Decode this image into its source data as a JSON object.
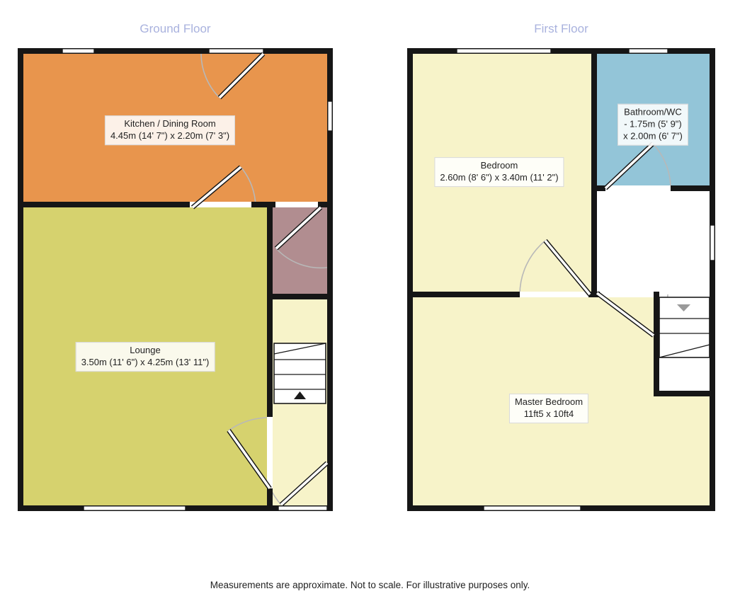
{
  "titles": {
    "ground": "Ground Floor",
    "first": "First Floor"
  },
  "footer": {
    "disclaimer": "Measurements are approximate. Not to scale. For illustrative purposes only."
  },
  "rooms": {
    "kitchen": {
      "name": "Kitchen / Dining Room",
      "dims": "4.45m (14' 7\") x 2.20m (7' 3\")"
    },
    "lounge": {
      "name": "Lounge",
      "dims": "3.50m (11' 6\") x 4.25m (13' 11\")"
    },
    "bedroom": {
      "name": "Bedroom",
      "dims": "2.60m (8' 6\") x 3.40m (11' 2\")"
    },
    "bathroom": {
      "name": "Bathroom/WC",
      "dims": "- 1.75m (5' 9\") x 2.00m (6' 7\")"
    },
    "master_bedroom": {
      "name": "Master Bedroom",
      "dims": "11ft5 x 10ft4"
    }
  },
  "colors": {
    "kitchen": "#e8954d",
    "lounge": "#d6d26e",
    "storage": "#b18d90",
    "hall": "#f7f3c9",
    "bedroom": "#f7f3c9",
    "bathroom": "#93c5d8",
    "wall": "#161616",
    "title": "#a9b2de",
    "arc": "#b8b8b8",
    "stair_arrow_up": "#1a1a1a",
    "stair_arrow_down": "#9a9a9a"
  }
}
